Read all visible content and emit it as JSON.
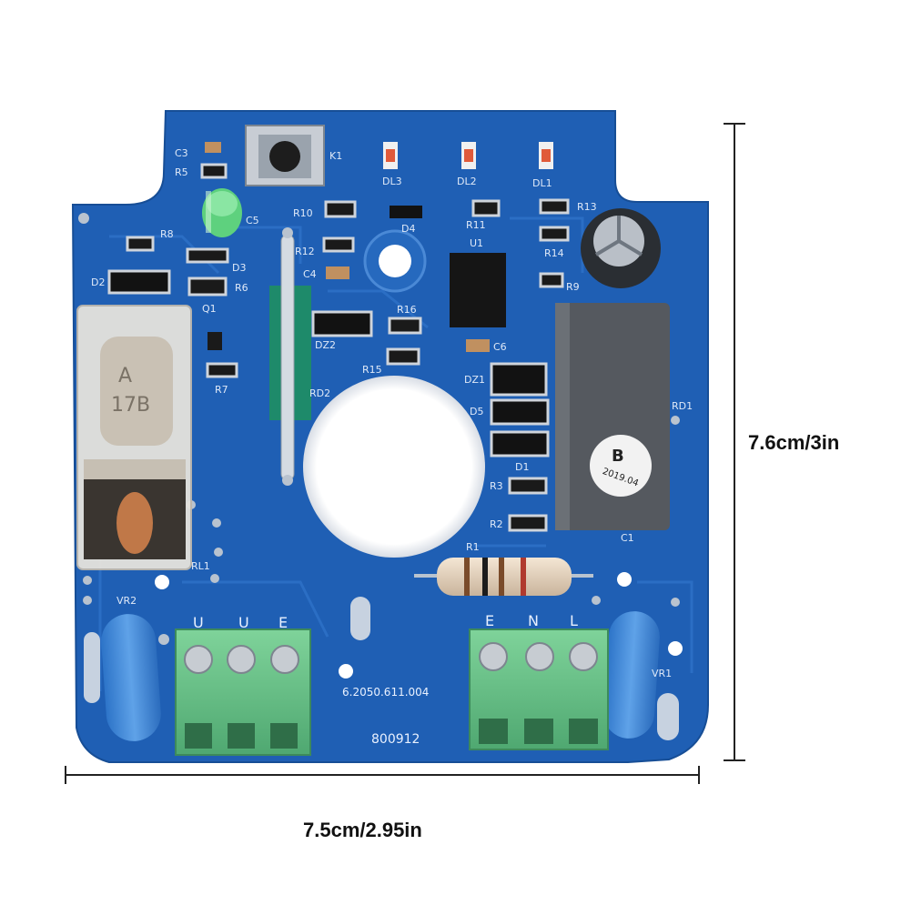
{
  "dimensions": {
    "height_label": "7.6cm/3in",
    "width_label": "7.5cm/2.95in"
  },
  "board": {
    "pcb_color": "#1f5fb4",
    "part_number": "6.2050.611.004",
    "serial": "800912",
    "capacitor_stamp": "2019.04",
    "capacitor_grade": "B",
    "terminal_left_labels": [
      "U",
      "U",
      "E"
    ],
    "terminal_right_labels": [
      "E",
      "N",
      "L"
    ],
    "relay_markings": [
      "A",
      "17B"
    ],
    "silkscreen": {
      "c3": "C3",
      "r5": "R5",
      "k1": "K1",
      "c5": "C5",
      "r8": "R8",
      "d3": "D3",
      "d2": "D2",
      "r6": "R6",
      "q1": "Q1",
      "r7": "R7",
      "dl3": "DL3",
      "dl2": "DL2",
      "dl1": "DL1",
      "r10": "R10",
      "r12": "R12",
      "c4": "C4",
      "d4": "D4",
      "r11": "R11",
      "u1": "U1",
      "r13": "R13",
      "r14": "R14",
      "r9": "R9",
      "r16": "R16",
      "r15": "R15",
      "dz2": "DZ2",
      "c6": "C6",
      "rd2": "RD2",
      "dz1": "DZ1",
      "d5": "D5",
      "d1": "D1",
      "r3": "R3",
      "r2": "R2",
      "rd1": "RD1",
      "c1": "C1",
      "r1": "R1",
      "rl1": "RL1",
      "vr2": "VR2",
      "vr1": "VR1"
    }
  }
}
